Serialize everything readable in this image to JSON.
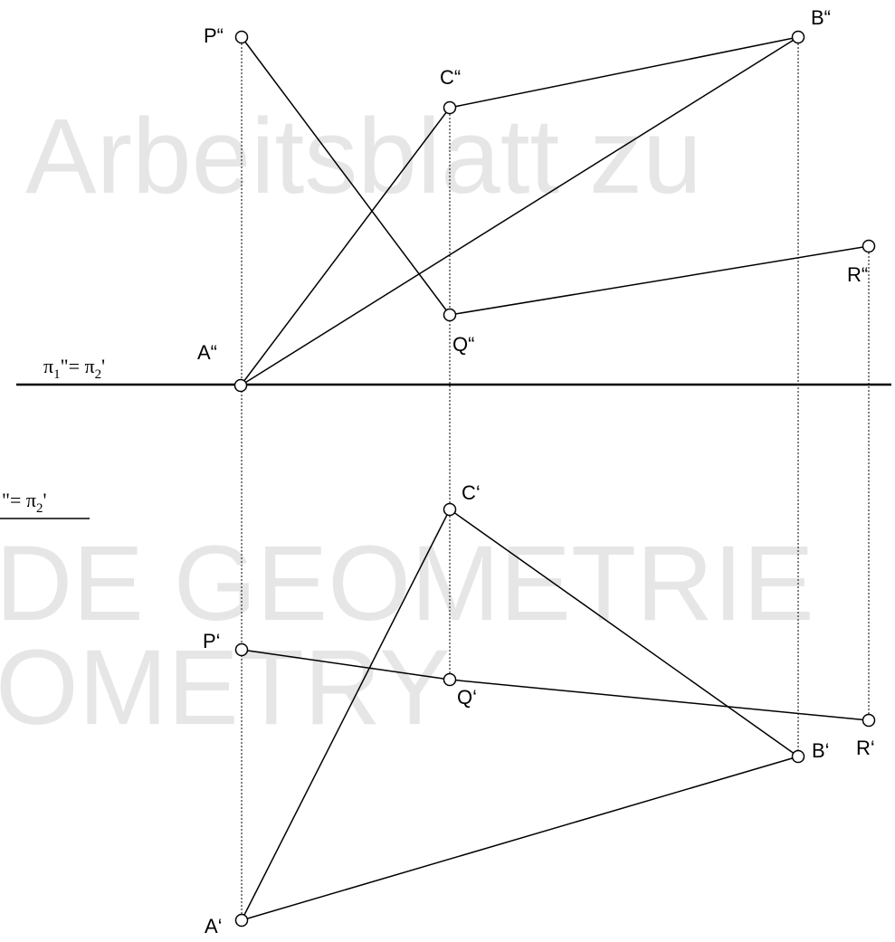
{
  "watermark": {
    "line1": "Arbeitsblatt zu",
    "line2": "DE GEOMETRIE",
    "line3": "OMETRY"
  },
  "axis": {
    "label_main": "π",
    "label_sub1": "1",
    "label_mid": "\"= π",
    "label_sub2": "2",
    "label_end": "'",
    "partial_label_mid": "\"= π",
    "partial_label_sub": "2",
    "partial_label_end": "'"
  },
  "front_view": {
    "A": "A“",
    "B": "B“",
    "C": "C“",
    "P": "P“",
    "Q": "Q“",
    "R": "R“"
  },
  "top_view": {
    "A": "A‘",
    "B": "B‘",
    "C": "C‘",
    "P": "P‘",
    "Q": "Q‘",
    "R": "R‘"
  },
  "colors": {
    "line": "#000000",
    "watermark": "#e6e6e6"
  }
}
